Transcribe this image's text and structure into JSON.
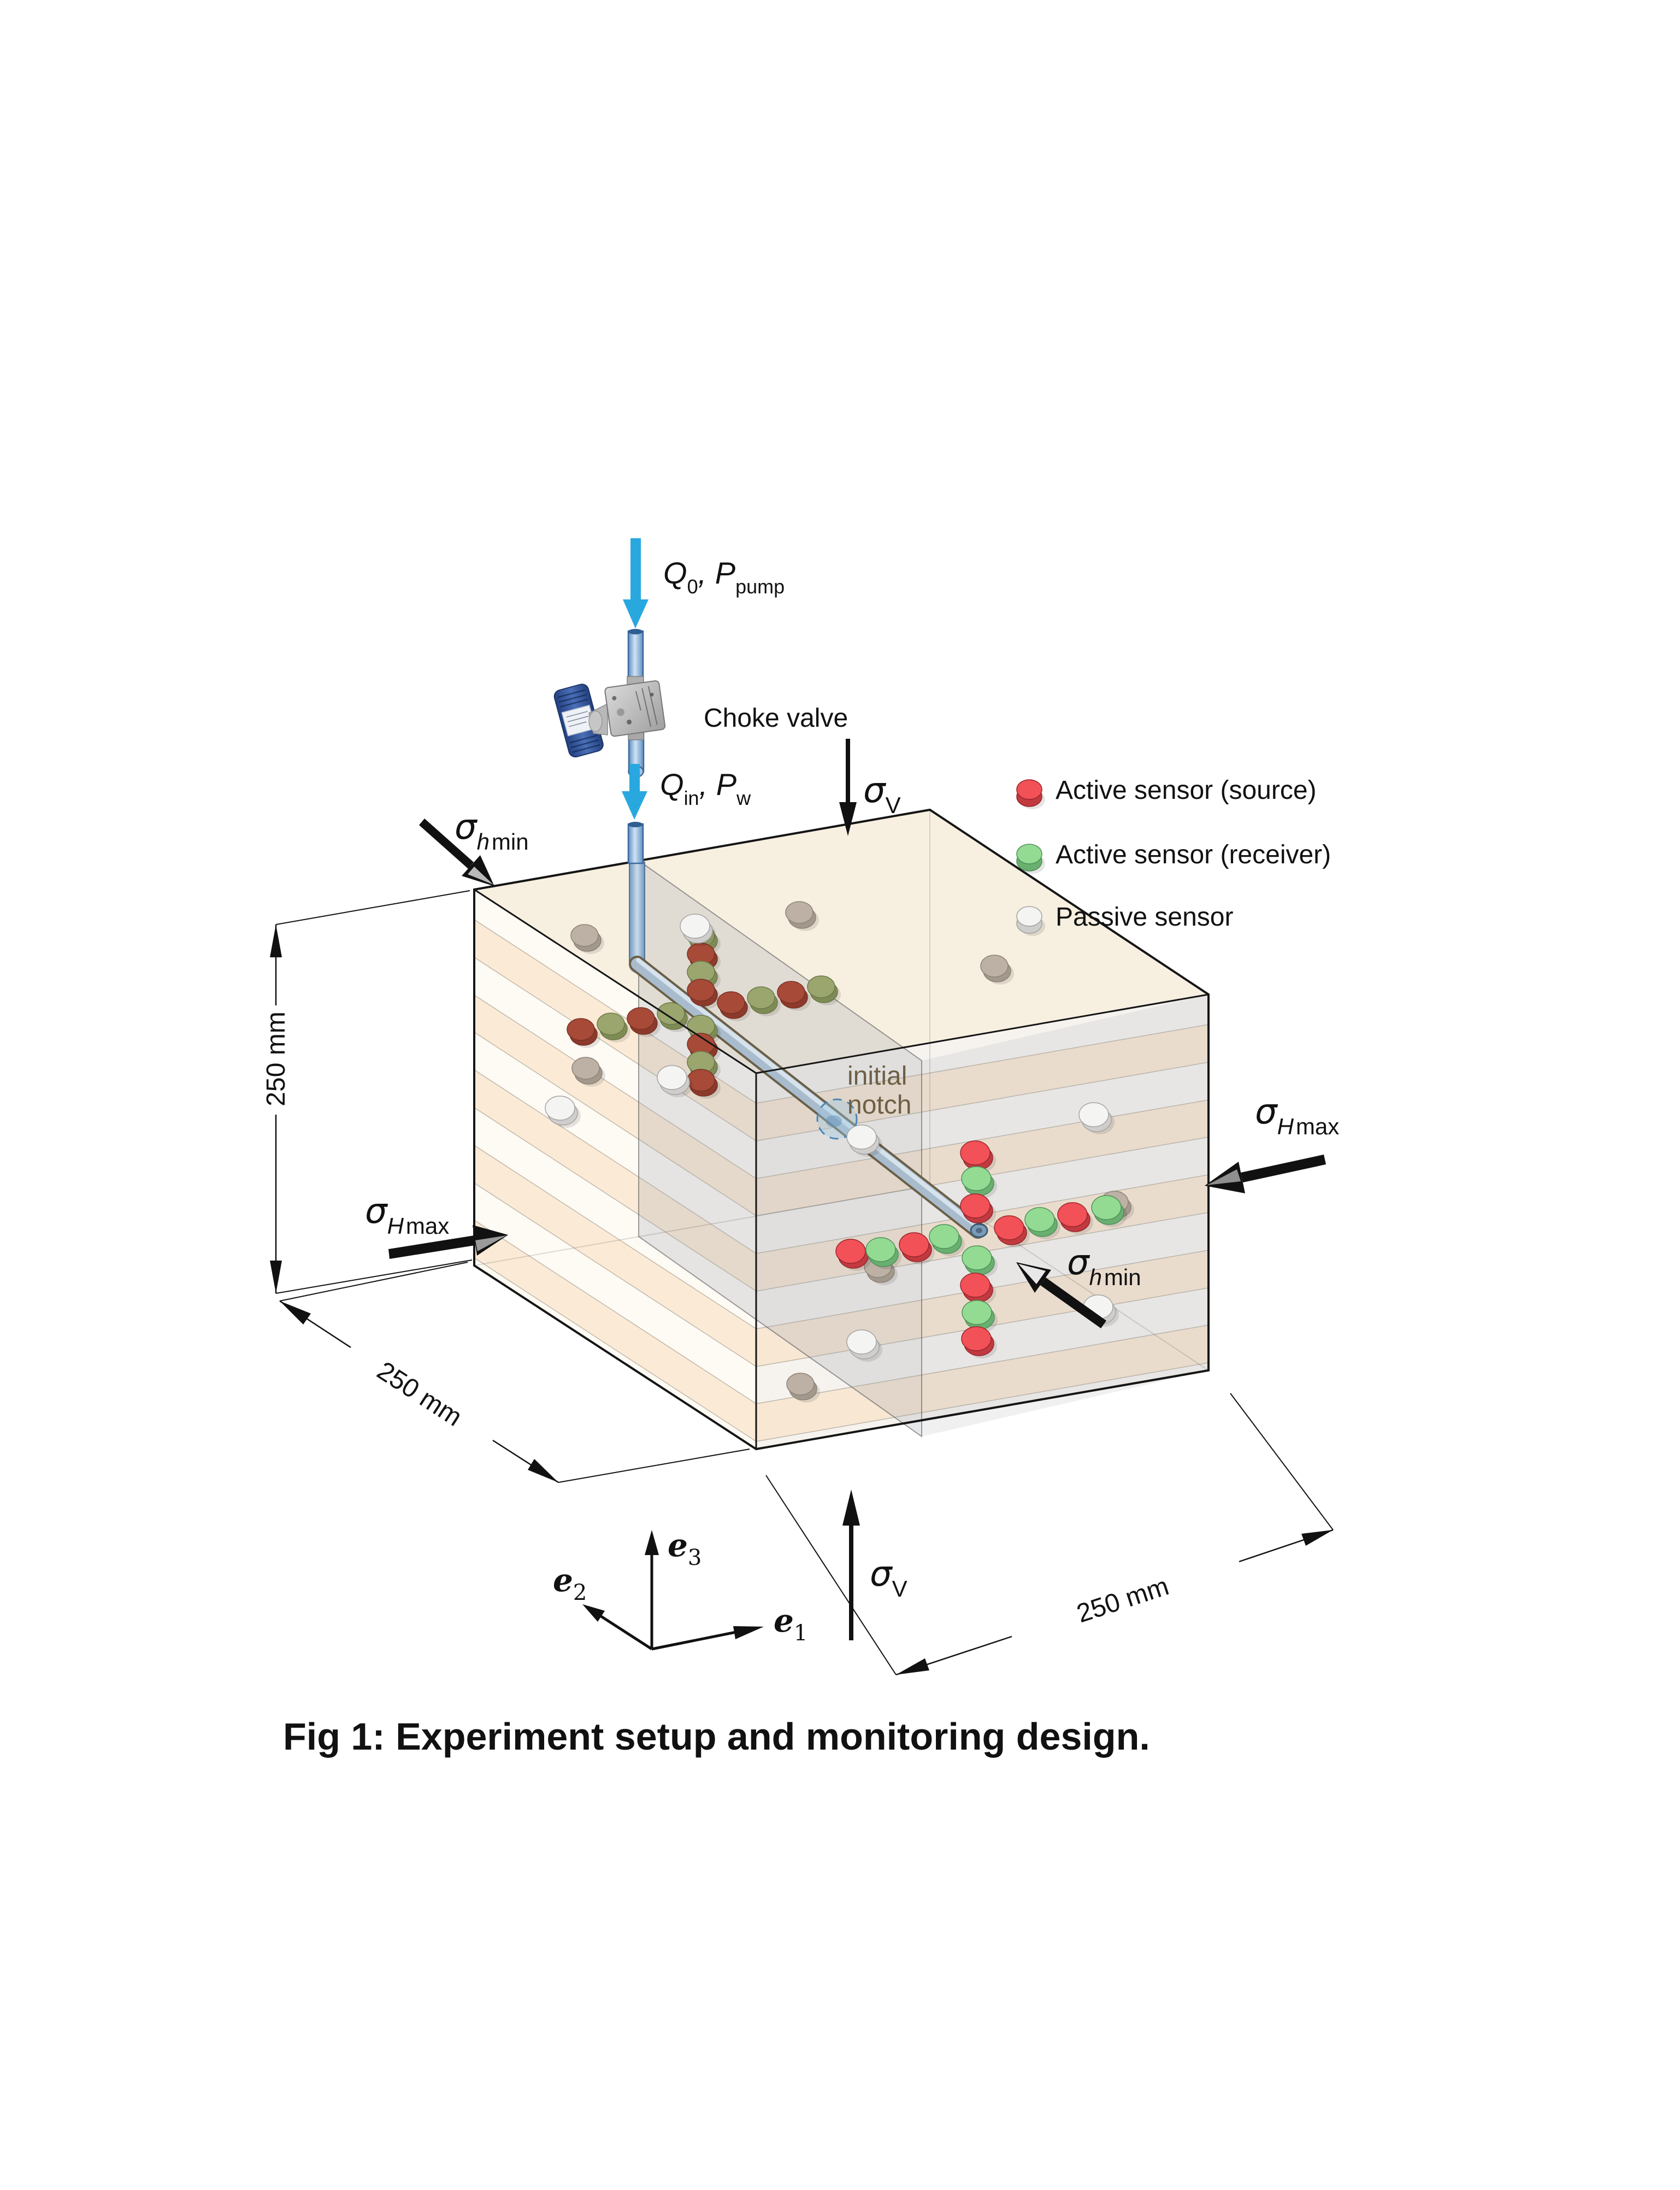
{
  "caption": "Fig 1: Experiment setup and monitoring design.",
  "injection": {
    "q0": {
      "var1": "Q",
      "sub1": "0",
      "comma": ", ",
      "var2": "P",
      "sub2": "pump"
    },
    "qin": {
      "var1": "Q",
      "sub1": "in",
      "comma": ", ",
      "var2": "P",
      "sub2": "w"
    },
    "choke_valve": "Choke valve"
  },
  "stress": {
    "sigma_v": {
      "base": "σ",
      "sub": "V"
    },
    "sigma_hmin": {
      "base": "σ",
      "sub_italic": "h",
      "sub": "min"
    },
    "sigma_hmax": {
      "base": "σ",
      "sub_italic": "H",
      "sub": "max"
    }
  },
  "dimensions": {
    "height": "250 mm",
    "depth": "250 mm",
    "width": "250 mm"
  },
  "notch": {
    "line1": "initial",
    "line2": "notch"
  },
  "axes": {
    "e1": {
      "base": "e",
      "sub": "1"
    },
    "e2": {
      "base": "e",
      "sub": "2"
    },
    "e3": {
      "base": "e",
      "sub": "3"
    }
  },
  "legend": {
    "items": [
      {
        "key": "source",
        "label": "Active sensor (source)"
      },
      {
        "key": "receiver",
        "label": "Active sensor (receiver)"
      },
      {
        "key": "passive",
        "label": "Passive sensor"
      }
    ]
  },
  "colors": {
    "flow_arrow": "#29a8e0",
    "stress_arrow": "#111111",
    "sensor_palettes": {
      "bright": {
        "S": {
          "top": "#f25157",
          "side": "#c03a40",
          "edge": "#99262c"
        },
        "R": {
          "top": "#93db93",
          "side": "#69af70",
          "edge": "#4f9158"
        },
        "P": {
          "top": "#f4f4f3",
          "side": "#cfcecc",
          "edge": "#a5a4a2"
        }
      },
      "muted": {
        "S": {
          "top": "#a84a38",
          "side": "#8c3a2b",
          "edge": "#7a3226"
        },
        "R": {
          "top": "#9aa66e",
          "side": "#7e8b55",
          "edge": "#6d7a49"
        },
        "P": {
          "top": "#bcb1a4",
          "side": "#a2988c",
          "edge": "#8e8478"
        }
      }
    }
  },
  "sensors": {
    "inner_cross": {
      "palette": "muted",
      "items": [
        [
          1283,
          1713,
          "R"
        ],
        [
          1283,
          1746,
          "S"
        ],
        [
          1283,
          1779,
          "R"
        ],
        [
          1283,
          1812,
          "S"
        ],
        [
          1503,
          1806,
          "R"
        ],
        [
          1448,
          1816,
          "S"
        ],
        [
          1393,
          1826,
          "R"
        ],
        [
          1338,
          1835,
          "S"
        ],
        [
          1063,
          1884,
          "S"
        ],
        [
          1118,
          1874,
          "R"
        ],
        [
          1173,
          1864,
          "S"
        ],
        [
          1228,
          1855,
          "R"
        ],
        [
          1283,
          1878,
          "R"
        ],
        [
          1283,
          1911,
          "S"
        ],
        [
          1283,
          1944,
          "R"
        ],
        [
          1283,
          1977,
          "S"
        ]
      ]
    },
    "front_cross": {
      "palette": "bright",
      "items": [
        [
          1785,
          2110,
          "S"
        ],
        [
          1787,
          2157,
          "R"
        ],
        [
          1785,
          2207,
          "S"
        ],
        [
          2025,
          2210,
          "R"
        ],
        [
          1963,
          2223,
          "S"
        ],
        [
          1903,
          2232,
          "R"
        ],
        [
          1847,
          2247,
          "S"
        ],
        [
          1557,
          2290,
          "S"
        ],
        [
          1612,
          2287,
          "R"
        ],
        [
          1673,
          2278,
          "S"
        ],
        [
          1728,
          2263,
          "R"
        ],
        [
          1788,
          2302,
          "R"
        ],
        [
          1785,
          2352,
          "S"
        ],
        [
          1788,
          2402,
          "R"
        ],
        [
          1787,
          2450,
          "S"
        ]
      ]
    },
    "passive_muted": [
      [
        1070,
        1712
      ],
      [
        1463,
        1670
      ],
      [
        1820,
        1768
      ],
      [
        1072,
        1955
      ],
      [
        1465,
        2533
      ],
      [
        1607,
        2318
      ],
      [
        2040,
        2200
      ]
    ],
    "passive_bright": [
      [
        1272,
        1695
      ],
      [
        1230,
        1972
      ],
      [
        1025,
        2028
      ],
      [
        1577,
        2081
      ],
      [
        2002,
        2040
      ],
      [
        1577,
        2456
      ],
      [
        2010,
        2392
      ]
    ],
    "legend_markers": [
      [
        1884,
        1445,
        "S"
      ],
      [
        1884,
        1563,
        "R"
      ],
      [
        1884,
        1677,
        "P"
      ]
    ]
  }
}
